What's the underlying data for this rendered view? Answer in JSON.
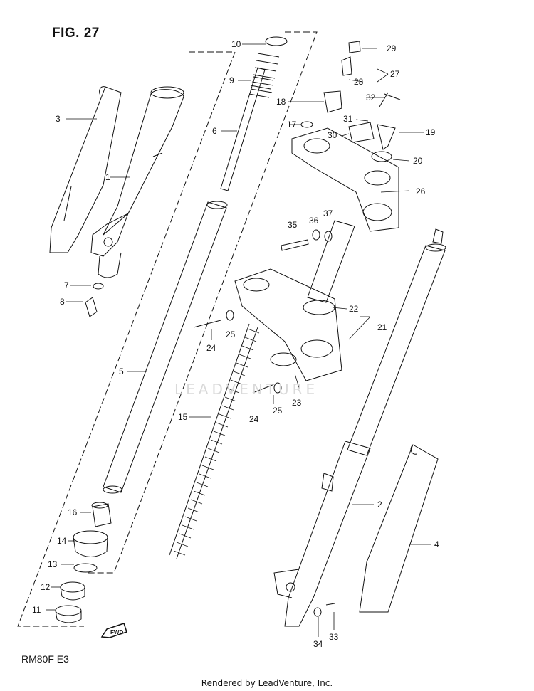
{
  "figure": {
    "title": "FIG. 27",
    "model": "RM80F  E3"
  },
  "footer": "Rendered by LeadVenture, Inc.",
  "watermark": "LEADVENTURE",
  "fwd_label": "FWD",
  "callouts": [
    "1",
    "2",
    "3",
    "4",
    "5",
    "6",
    "7",
    "8",
    "9",
    "10",
    "11",
    "12",
    "13",
    "14",
    "15",
    "16",
    "17",
    "18",
    "19",
    "20",
    "21",
    "22",
    "23",
    "24",
    "24",
    "25",
    "25",
    "26",
    "27",
    "28",
    "29",
    "30",
    "31",
    "32",
    "33",
    "34",
    "35",
    "36",
    "37"
  ]
}
